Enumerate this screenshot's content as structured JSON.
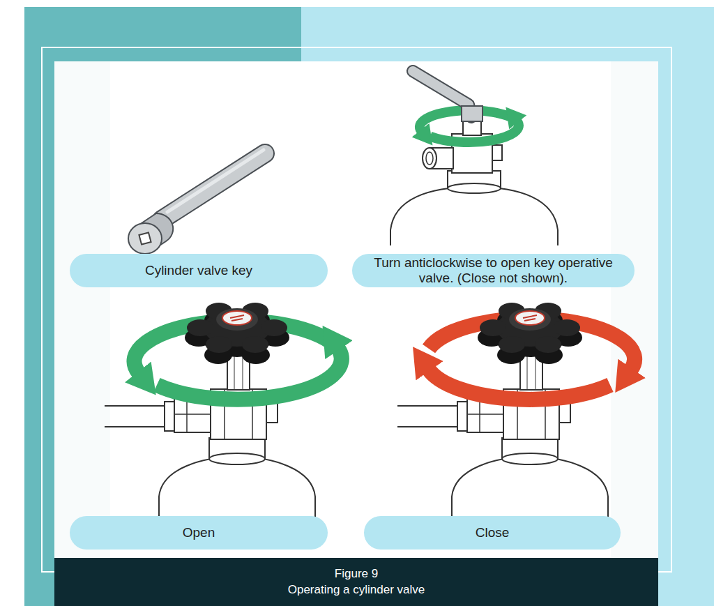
{
  "diagram": {
    "nodes": [
      {
        "text": [
          "Cylinder valve key"
        ]
      },
      {
        "text": [
          "Turn anticlockwise to open key operative valve. (Close not shown)."
        ]
      },
      {
        "text": [
          "Open"
        ]
      },
      {
        "text": [
          "Close"
        ]
      },
      {
        "text": [
          "Figure 9",
          "Operating a cylinder valve"
        ]
      }
    ]
  }
}
